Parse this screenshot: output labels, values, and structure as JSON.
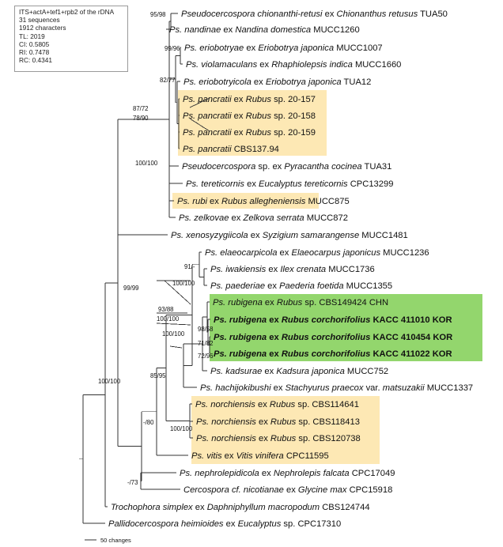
{
  "info_box": {
    "lines": [
      "ITS+actA+tef1+rpb2 of the rDNA",
      "31 sequences",
      "1912 characters",
      "TL: 2019",
      "CI: 0.5805",
      "RI: 0.7478",
      "RC: 0.4341"
    ]
  },
  "scale_bar": {
    "label": "50 changes"
  },
  "colors": {
    "highlight_yellow": "#fde8b4",
    "highlight_green": "#93d66d",
    "line": "#333333",
    "text": "#111111"
  },
  "taxa": [
    {
      "genus": "Pseudocercospora",
      "species": "chionanthi-retusi",
      "ex": "ex",
      "host": "Chionanthus retusus",
      "strain": "TUA50"
    },
    {
      "genus": "Ps.",
      "species": "nandinae",
      "ex": "ex",
      "host": "Nandina domestica",
      "strain": "MUCC1260"
    },
    {
      "genus": "Ps.",
      "species": "eriobotryae",
      "ex": "ex",
      "host": "Eriobotrya japonica",
      "strain": "MUCC1007"
    },
    {
      "genus": "Ps.",
      "species": "violamaculans",
      "ex": "ex",
      "host": "Rhaphiolepsis indica",
      "strain": "MUCC1660"
    },
    {
      "genus": "Ps.",
      "species": "eriobotryicola",
      "ex": "ex",
      "host": "Eriobotrya japonica",
      "strain": "TUA12"
    },
    {
      "genus": "Ps.",
      "species": "pancratii",
      "ex": "ex",
      "host": "Rubus",
      "host_suffix": " sp.",
      "strain": "20-157"
    },
    {
      "genus": "Ps.",
      "species": "pancratii",
      "ex": "ex",
      "host": "Rubus",
      "host_suffix": " sp.",
      "strain": "20-158"
    },
    {
      "genus": "Ps.",
      "species": "pancratii",
      "ex": "ex",
      "host": "Rubus",
      "host_suffix": " sp.",
      "strain": "20-159"
    },
    {
      "genus": "Ps.",
      "species": "pancratii",
      "ex": "",
      "host": "",
      "strain": "CBS137.94"
    },
    {
      "genus": "Pseudocercospora",
      "species": "sp.",
      "species_plain": true,
      "ex": "ex",
      "host": "Pyracantha cocinea",
      "strain": "TUA31"
    },
    {
      "genus": "Ps.",
      "species": "tereticornis",
      "ex": "ex",
      "host": "Eucalyptus tereticornis",
      "strain": "CPC13299"
    },
    {
      "genus": "Ps.",
      "species": "rubi",
      "ex": "ex",
      "host": "Rubus allegheniensis",
      "strain": "MUCC875"
    },
    {
      "genus": "Ps.",
      "species": "zelkovae",
      "ex": "ex",
      "host": "Zelkova serrata",
      "strain": "MUCC872"
    },
    {
      "genus": "Ps.",
      "species": "xenosyzygiicola",
      "ex": "ex",
      "host": "Syzigium samarangense",
      "strain": "MUCC1481"
    },
    {
      "genus": "Ps.",
      "species": "elaeocarpicola",
      "ex": "ex",
      "host": "Elaeocarpus japonicus",
      "strain": "MUCC1236"
    },
    {
      "genus": "Ps.",
      "species": "iwakiensis",
      "ex": "ex",
      "host": "Ilex crenata",
      "strain": "MUCC1736"
    },
    {
      "genus": "Ps.",
      "species": "paederiae",
      "ex": "ex",
      "host": "Paederia foetida",
      "strain": "MUCC1355"
    },
    {
      "genus": "Ps.",
      "species": "rubigena",
      "ex": "ex",
      "host": "Rubus",
      "host_suffix": " sp.",
      "strain": "CBS149424 CHN"
    },
    {
      "genus": "Ps.",
      "species": "rubigena",
      "ex": "ex",
      "host": "Rubus corchorifolius",
      "strain": "KACC 411010 KOR",
      "bold": true
    },
    {
      "genus": "Ps.",
      "species": "rubigena",
      "ex": "ex",
      "host": "Rubus corchorifolius",
      "strain": "KACC 410454 KOR",
      "bold": true
    },
    {
      "genus": "Ps.",
      "species": "rubigena",
      "ex": "ex",
      "host": "Rubus corchorifolius",
      "strain": "KACC 411022 KOR",
      "bold": true
    },
    {
      "genus": "Ps.",
      "species": "kadsurae",
      "ex": "ex",
      "host": "Kadsura japonica",
      "strain": "MUCC752"
    },
    {
      "genus": "Ps.",
      "species": "hachijokibushi",
      "ex": "ex",
      "host": "Stachyurus praecox",
      "host_suffix": " var. ",
      "host_suffix2": "matsuzakii",
      "strain": "MUCC1337"
    },
    {
      "genus": "Ps.",
      "species": "norchiensis",
      "ex": "ex",
      "host": "Rubus",
      "host_suffix": " sp.",
      "strain": "CBS114641"
    },
    {
      "genus": "Ps.",
      "species": "norchiensis",
      "ex": "ex",
      "host": "Rubus",
      "host_suffix": " sp.",
      "strain": "CBS118413"
    },
    {
      "genus": "Ps.",
      "species": "norchiensis",
      "ex": "ex",
      "host": "Rubus",
      "host_suffix": " sp.",
      "strain": "CBS120738"
    },
    {
      "genus": "Ps.",
      "species": "vitis",
      "ex": "ex",
      "host": "Vitis vinifera",
      "strain": "CPC11595"
    },
    {
      "genus": "Ps.",
      "species": "nephrolepidicola",
      "ex": "ex",
      "host": "Nephrolepis falcata",
      "strain": "CPC17049"
    },
    {
      "genus": "Cercospora",
      "species": "cf. nicotianae",
      "ex": "ex",
      "host": "Glycine max",
      "strain": "CPC15918"
    },
    {
      "genus": "Trochophora",
      "species": "simplex",
      "ex": "ex",
      "host": "Daphniphyllum macropodum",
      "strain": "CBS124744"
    },
    {
      "genus": "Pallidocercospora",
      "species": "heimioides",
      "ex": "ex",
      "host": "Eucalyptus",
      "host_suffix": " sp.",
      "strain": "CPC17310"
    }
  ],
  "support_values": [
    "95/98",
    "99/96",
    "82/77",
    "87/72",
    "78/90",
    "100/100",
    "91/-",
    "100/100",
    "93/88",
    "100/100",
    "98/58",
    "71/82",
    "72/96",
    "100/100",
    "85/95",
    "99/99",
    "100/100",
    "-/80",
    "-/73",
    "100/100"
  ]
}
